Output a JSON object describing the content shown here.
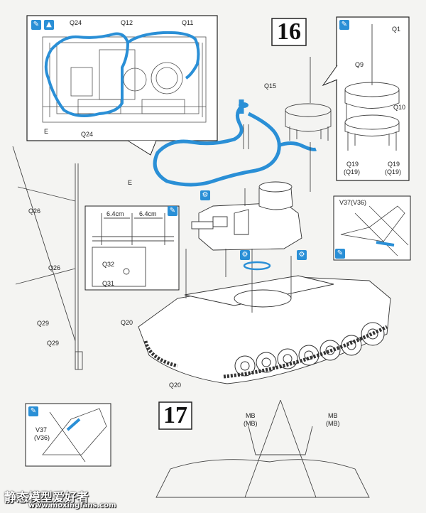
{
  "steps": {
    "step16": "16",
    "step17": "17"
  },
  "inset_engine_deck": {
    "q24_top": "Q24",
    "q12": "Q12",
    "q11": "Q11",
    "e": "E",
    "q24_bottom": "Q24"
  },
  "main_assembly": {
    "q15": "Q15",
    "e": "E",
    "q20_left": "Q20",
    "q20_bottom": "Q20"
  },
  "inset_pulley": {
    "q1": "Q1",
    "q9": "Q9",
    "q10": "Q10",
    "q19_a": "Q19",
    "q19_a_alt": "(Q19)",
    "q19_b": "Q19",
    "q19_b_alt": "(Q19)"
  },
  "antenna_rod": {
    "q26_top": "Q26",
    "q26_mid": "Q26",
    "q29_a": "Q29",
    "q29_b": "Q29"
  },
  "inset_spacing": {
    "dim_left": "6.4cm",
    "dim_right": "6.4cm",
    "q32": "Q32",
    "q31": "Q31"
  },
  "inset_right_detail": {
    "v37": "V37(V36)"
  },
  "inset_left_detail": {
    "v37": "V37",
    "v36": "(V36)"
  },
  "step17_labels": {
    "mb_left": "MB",
    "mb_left_alt": "(MB)",
    "mb_right": "MB",
    "mb_right_alt": "(MB)"
  },
  "watermark": {
    "chinese": "静态模型爱好者",
    "url": "www.moxingfans.com"
  },
  "colors": {
    "highlight_blue": "#2a8fd6",
    "line": "#333333",
    "background": "#f4f4f2"
  },
  "icons": [
    "glue-icon",
    "paint-icon",
    "rotate-icon",
    "gear-icon"
  ]
}
